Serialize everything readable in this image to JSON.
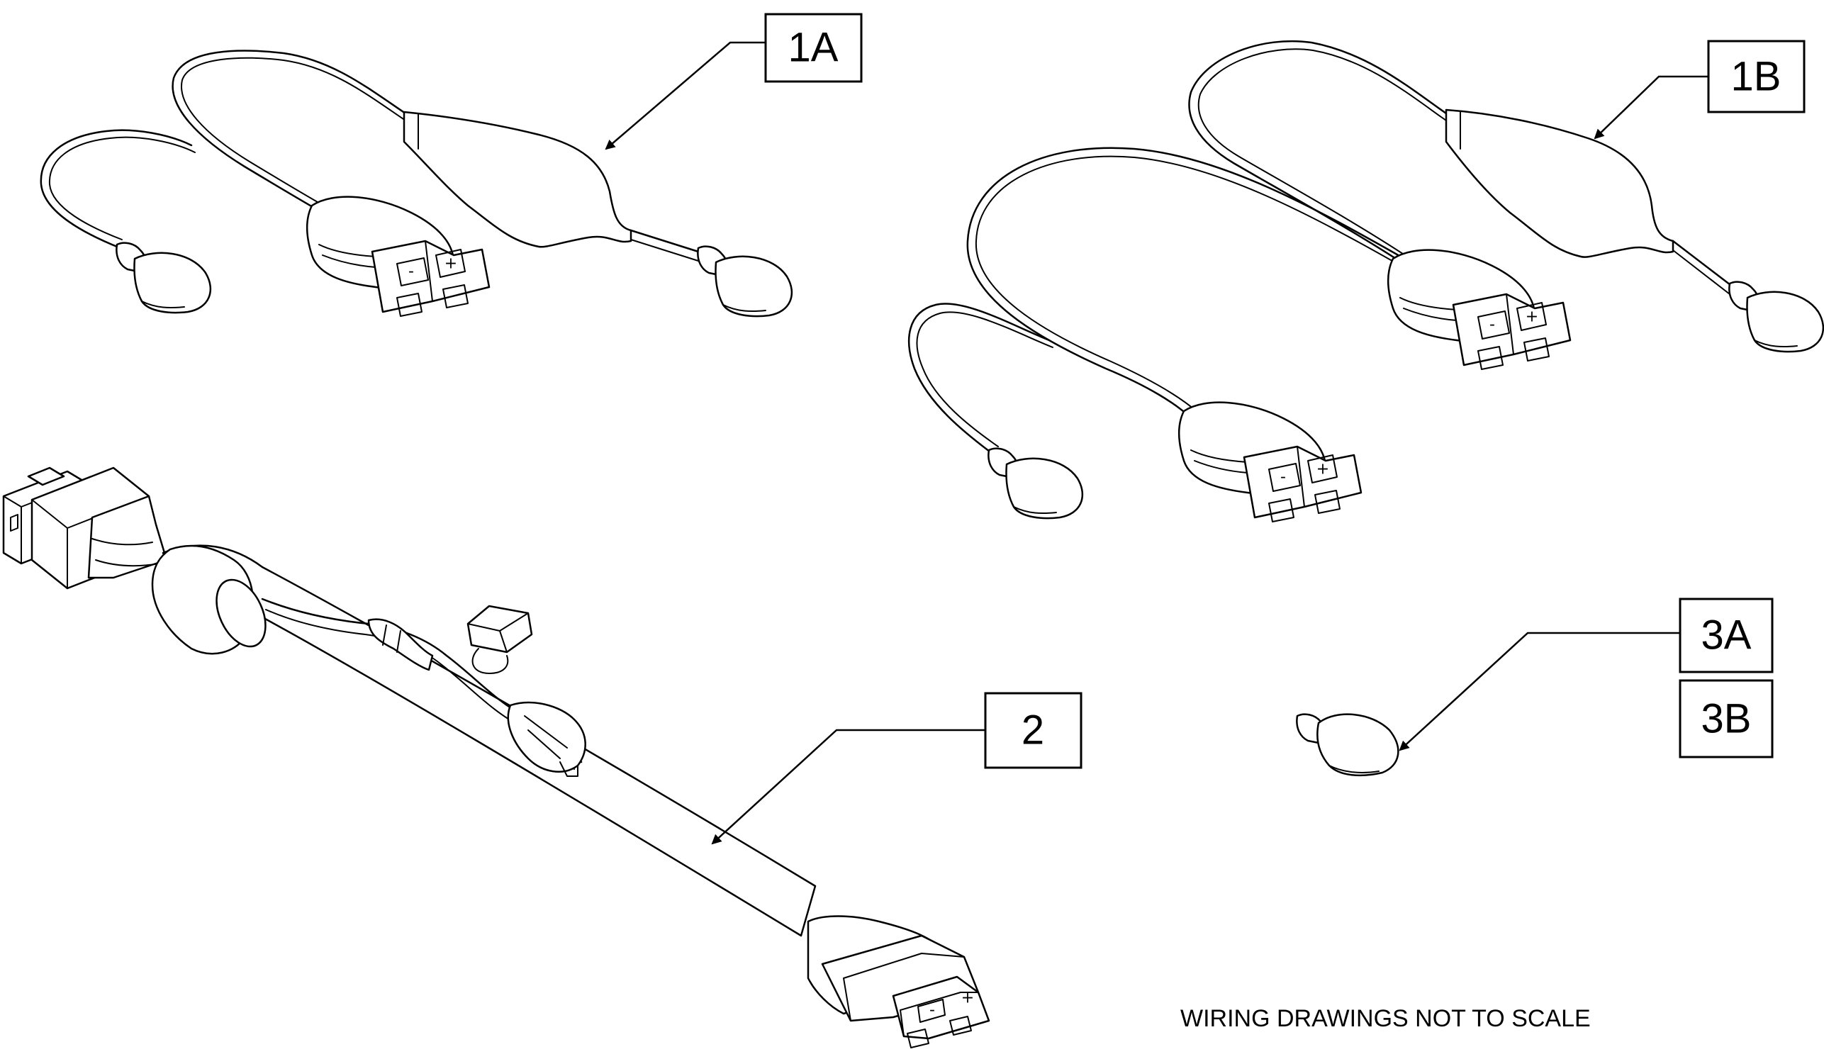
{
  "callouts": {
    "c1a": "1A",
    "c1b": "1B",
    "c2": "2",
    "c3a": "3A",
    "c3b": "3B"
  },
  "note": "WIRING DRAWINGS NOT TO SCALE",
  "terminal_symbols": {
    "plus": "+",
    "minus": "-"
  },
  "colors": {
    "line": "#000000",
    "background": "#ffffff"
  }
}
